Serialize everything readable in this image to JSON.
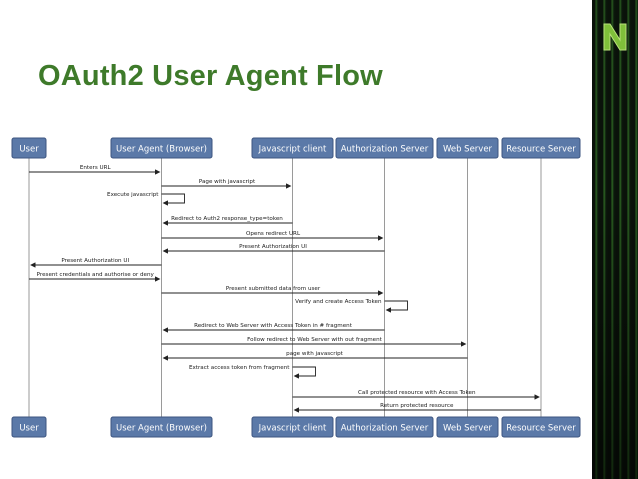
{
  "title": "OAuth2 User Agent Flow",
  "colors": {
    "title": "#3e7a2a",
    "box_fill": "#5b79a8",
    "box_stroke": "#3d5580",
    "lifeline": "#9a9a9a",
    "arrow": "#222222"
  },
  "logo_icon": "green-stylized-N-logo",
  "diagram": {
    "participants": [
      "User",
      "User Agent (Browser)",
      "Javascript client",
      "Authorization Server",
      "Web Server",
      "Resource Server"
    ],
    "messages": [
      {
        "from": 0,
        "to": 1,
        "label": "Enters URL"
      },
      {
        "from": 1,
        "to": 2,
        "label": "Page with javascript"
      },
      {
        "from": 1,
        "to": 1,
        "label": "Execute javascript"
      },
      {
        "from": 2,
        "to": 1,
        "label": "Redirect to Auth2 response_type=token"
      },
      {
        "from": 1,
        "to": 3,
        "label": "Opens redirect URL"
      },
      {
        "from": 3,
        "to": 1,
        "label": "Present Authorization UI"
      },
      {
        "from": 1,
        "to": 0,
        "label": "Present Authorization UI"
      },
      {
        "from": 0,
        "to": 1,
        "label": "Present credentials and authorise or deny"
      },
      {
        "from": 1,
        "to": 3,
        "label": "Present submitted data from user"
      },
      {
        "from": 3,
        "to": 3,
        "label": "Verify and create Access Token"
      },
      {
        "from": 3,
        "to": 1,
        "label": "Redirect to Web Server with Access Token in # fragment"
      },
      {
        "from": 1,
        "to": 4,
        "label": "Follow redirect to Web Server with out fragment"
      },
      {
        "from": 4,
        "to": 1,
        "label": "page with javascript"
      },
      {
        "from": 2,
        "to": 2,
        "label": "Extract access token from fragment"
      },
      {
        "from": 2,
        "to": 5,
        "label": "Call protected resource with Access Token"
      },
      {
        "from": 5,
        "to": 2,
        "label": "Return protected resource"
      }
    ]
  }
}
